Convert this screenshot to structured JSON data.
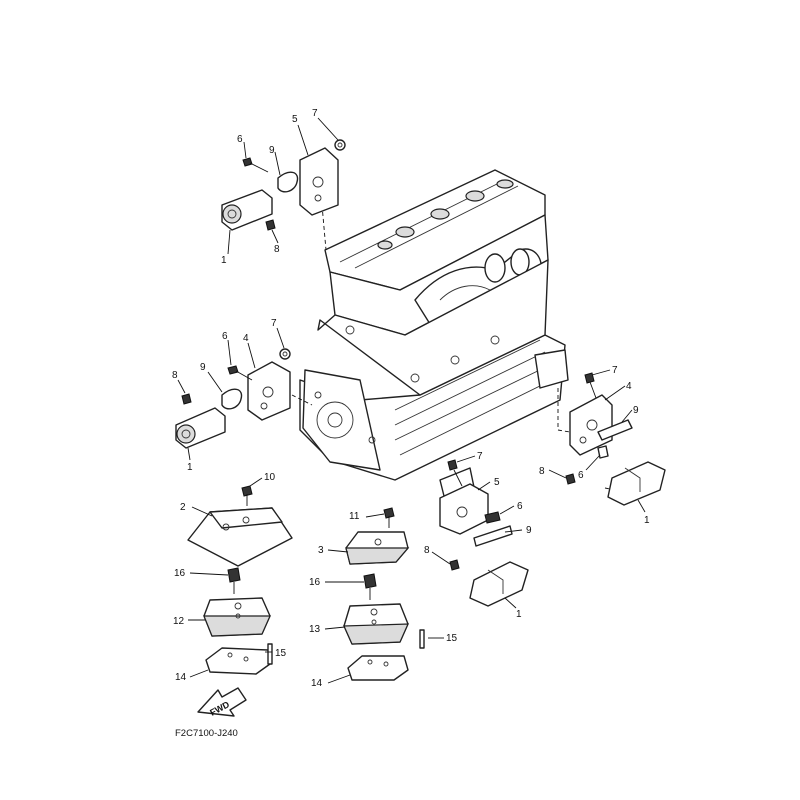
{
  "diagram": {
    "drawing_code": "F2C7100-J240",
    "fwd_label": "FWD",
    "callouts": {
      "top_left": {
        "c1": "1",
        "c5": "5",
        "c6": "6",
        "c7": "7",
        "c8": "8",
        "c9": "9"
      },
      "mid_left": {
        "c1": "1",
        "c4": "4",
        "c6": "6",
        "c7": "7",
        "c8": "8",
        "c9": "9"
      },
      "right_rear": {
        "c1": "1",
        "c4": "4",
        "c6": "6",
        "c7": "7",
        "c8": "8",
        "c9": "9"
      },
      "center_front": {
        "c1": "1",
        "c5": "5",
        "c6": "6",
        "c7": "7",
        "c8": "8",
        "c9": "9"
      },
      "left_stack": {
        "c2": "2",
        "c10": "10",
        "c12": "12",
        "c14": "14",
        "c15": "15",
        "c16": "16"
      },
      "center_stack": {
        "c3": "3",
        "c11": "11",
        "c13": "13",
        "c14": "14",
        "c15": "15",
        "c16": "16"
      }
    }
  }
}
